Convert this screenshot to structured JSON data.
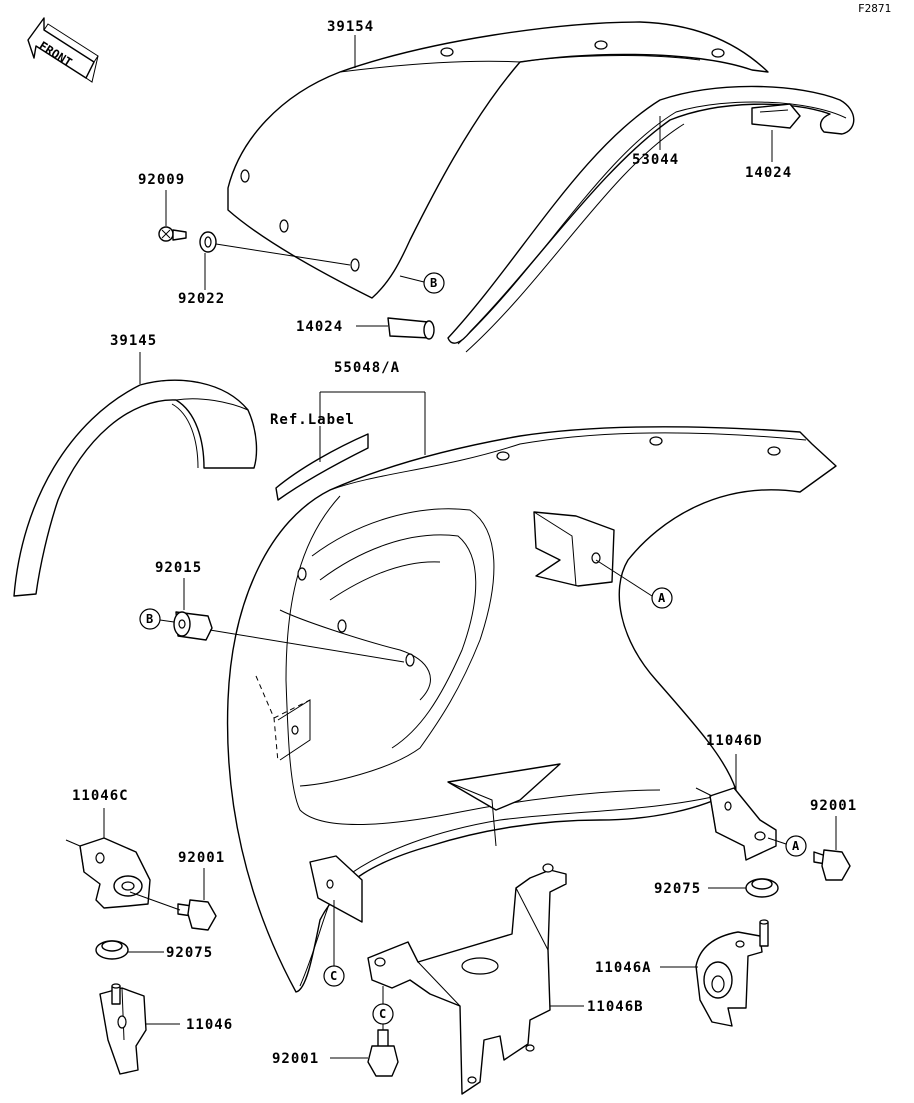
{
  "figure_code": "F2871",
  "front_arrow_label": "FRONT",
  "ref_label_text": "Ref.Label",
  "parts": {
    "p39154": "39154",
    "p53044": "53044",
    "p14024_top": "14024",
    "p92009": "92009",
    "p92022": "92022",
    "p14024_mid": "14024",
    "p39145": "39145",
    "p55048": "55048/A",
    "p92015": "92015",
    "p11046D": "11046D",
    "p92001_right": "92001",
    "p92075_right": "92075",
    "p11046A": "11046A",
    "p11046B": "11046B",
    "p11046C": "11046C",
    "p92001_left": "92001",
    "p92075_left": "92075",
    "p11046": "11046",
    "p92001_bottom": "92001"
  },
  "callouts": {
    "A1": "A",
    "A2": "A",
    "B1": "B",
    "B2": "B",
    "C1": "C",
    "C2": "C"
  }
}
